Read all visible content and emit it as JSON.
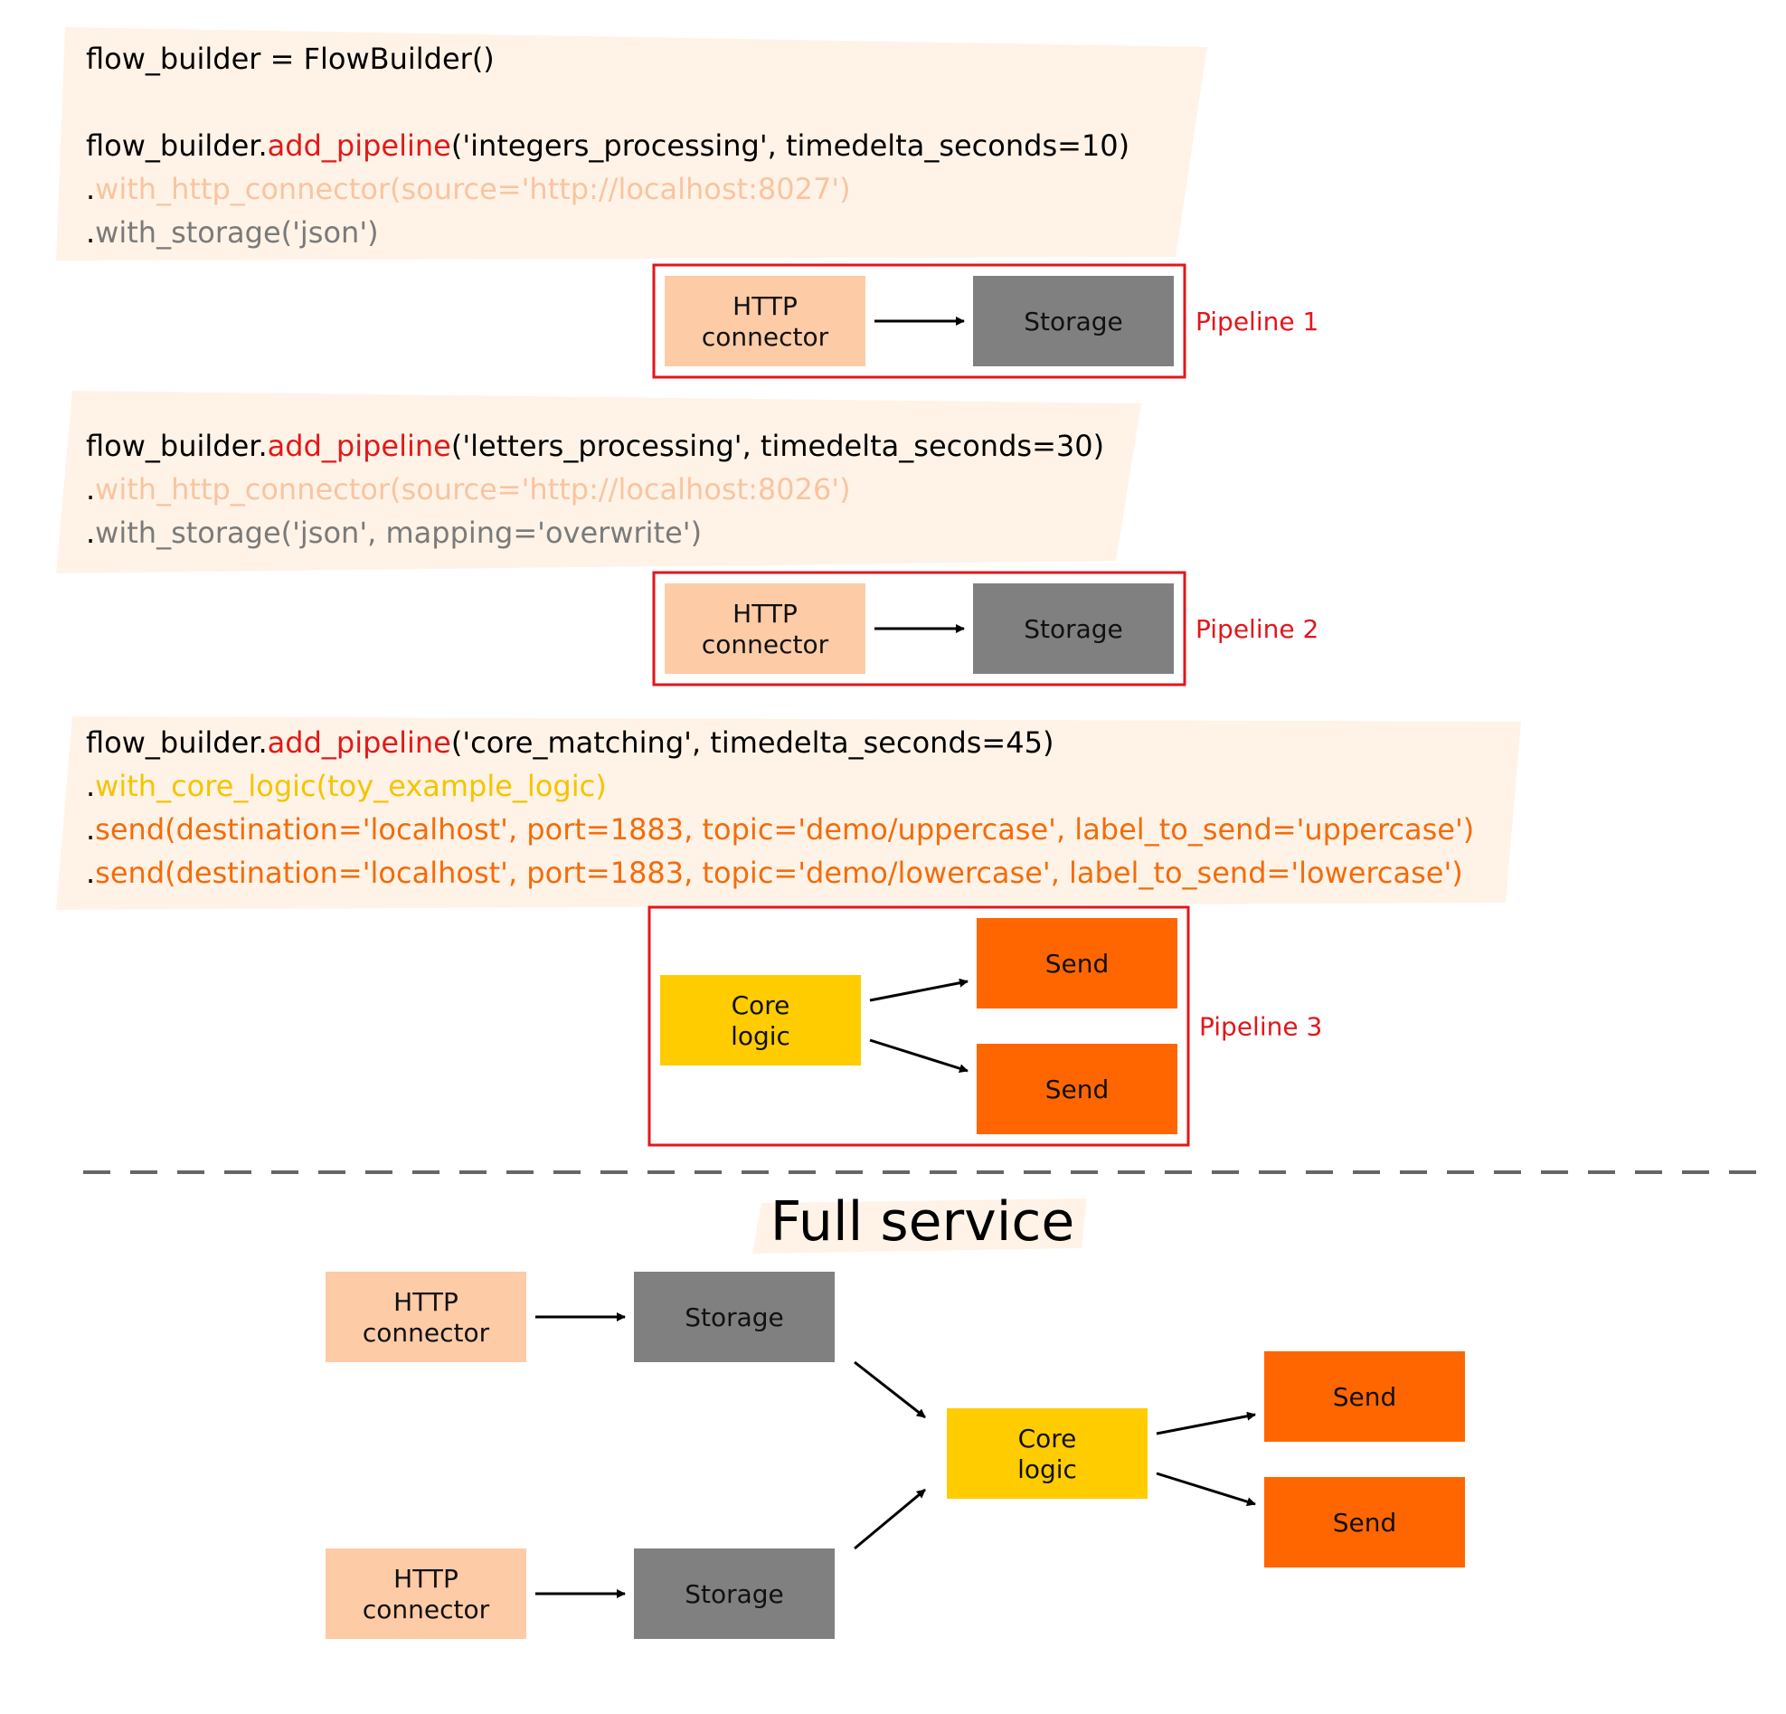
{
  "colors": {
    "code_bg": "#fff3e7",
    "default": "#000000",
    "method": "#e31818",
    "connector": "#f9c4a0",
    "storage": "#7a7a7a",
    "core": "#f5c400",
    "send": "#f56b0a",
    "http_box": "#fdcba6",
    "storage_box": "#808080",
    "core_box": "#ffcc00",
    "send_box": "#ff6600",
    "pipeline_border": "#e3161b",
    "pipeline_label": "#e3161b",
    "divider": "#666666"
  },
  "code_blocks": [
    {
      "lines": [
        [
          {
            "t": "flow_builder = FlowBuilder()",
            "c": "default"
          }
        ],
        [],
        [
          {
            "t": "flow_builder.",
            "c": "default"
          },
          {
            "t": "add_pipeline",
            "c": "method"
          },
          {
            "t": "('integers_processing', timedelta_seconds=10)",
            "c": "default"
          }
        ],
        [
          {
            "t": "   .",
            "c": "default"
          },
          {
            "t": "with_http_connector(source='http://localhost:8027')",
            "c": "connector"
          }
        ],
        [
          {
            "t": "   .",
            "c": "default"
          },
          {
            "t": "with_storage('json')",
            "c": "storage"
          }
        ]
      ]
    },
    {
      "lines": [
        [
          {
            "t": "flow_builder.",
            "c": "default"
          },
          {
            "t": "add_pipeline",
            "c": "method"
          },
          {
            "t": "('letters_processing', timedelta_seconds=30)",
            "c": "default"
          }
        ],
        [
          {
            "t": "   .",
            "c": "default"
          },
          {
            "t": "with_http_connector(source='http://localhost:8026')",
            "c": "connector"
          }
        ],
        [
          {
            "t": "   .",
            "c": "default"
          },
          {
            "t": "with_storage('json', mapping='overwrite')",
            "c": "storage"
          }
        ]
      ]
    },
    {
      "lines": [
        [
          {
            "t": "flow_builder.",
            "c": "default"
          },
          {
            "t": "add_pipeline",
            "c": "method"
          },
          {
            "t": "('core_matching', timedelta_seconds=45)",
            "c": "default"
          }
        ],
        [
          {
            "t": "   .",
            "c": "default"
          },
          {
            "t": "with_core_logic(toy_example_logic)",
            "c": "core"
          }
        ],
        [
          {
            "t": "   .",
            "c": "default"
          },
          {
            "t": "send(destination='localhost', port=1883, topic='demo/uppercase', label_to_send='uppercase')",
            "c": "send"
          }
        ],
        [
          {
            "t": "   .",
            "c": "default"
          },
          {
            "t": "send(destination='localhost', port=1883, topic='demo/lowercase', label_to_send='lowercase')",
            "c": "send"
          }
        ]
      ]
    }
  ],
  "nodes": [
    {
      "id": "p1_http",
      "kind": "http",
      "lines": [
        "HTTP",
        "connector"
      ]
    },
    {
      "id": "p1_storage",
      "kind": "storage",
      "lines": [
        "Storage"
      ]
    },
    {
      "id": "p2_http",
      "kind": "http",
      "lines": [
        "HTTP",
        "connector"
      ]
    },
    {
      "id": "p2_storage",
      "kind": "storage",
      "lines": [
        "Storage"
      ]
    },
    {
      "id": "p3_core",
      "kind": "core",
      "lines": [
        "Core",
        "logic"
      ]
    },
    {
      "id": "p3_send1",
      "kind": "send",
      "lines": [
        "Send"
      ]
    },
    {
      "id": "p3_send2",
      "kind": "send",
      "lines": [
        "Send"
      ]
    },
    {
      "id": "fs_http1",
      "kind": "http",
      "lines": [
        "HTTP",
        "connector"
      ]
    },
    {
      "id": "fs_storage1",
      "kind": "storage",
      "lines": [
        "Storage"
      ]
    },
    {
      "id": "fs_http2",
      "kind": "http",
      "lines": [
        "HTTP",
        "connector"
      ]
    },
    {
      "id": "fs_storage2",
      "kind": "storage",
      "lines": [
        "Storage"
      ]
    },
    {
      "id": "fs_core",
      "kind": "core",
      "lines": [
        "Core",
        "logic"
      ]
    },
    {
      "id": "fs_send1",
      "kind": "send",
      "lines": [
        "Send"
      ]
    },
    {
      "id": "fs_send2",
      "kind": "send",
      "lines": [
        "Send"
      ]
    }
  ],
  "edges": [
    {
      "from": "p1_http",
      "to": "p1_storage"
    },
    {
      "from": "p2_http",
      "to": "p2_storage"
    },
    {
      "from": "p3_core",
      "to": "p3_send1"
    },
    {
      "from": "p3_core",
      "to": "p3_send2"
    },
    {
      "from": "fs_http1",
      "to": "fs_storage1"
    },
    {
      "from": "fs_http2",
      "to": "fs_storage2"
    },
    {
      "from": "fs_storage1",
      "to": "fs_core"
    },
    {
      "from": "fs_storage2",
      "to": "fs_core"
    },
    {
      "from": "fs_core",
      "to": "fs_send1"
    },
    {
      "from": "fs_core",
      "to": "fs_send2"
    }
  ],
  "pipelines": [
    {
      "label": "Pipeline 1",
      "nodes": [
        "p1_http",
        "p1_storage"
      ]
    },
    {
      "label": "Pipeline 2",
      "nodes": [
        "p2_http",
        "p2_storage"
      ]
    },
    {
      "label": "Pipeline 3",
      "nodes": [
        "p3_core",
        "p3_send1",
        "p3_send2"
      ]
    }
  ],
  "full_service": {
    "title": "Full service"
  }
}
